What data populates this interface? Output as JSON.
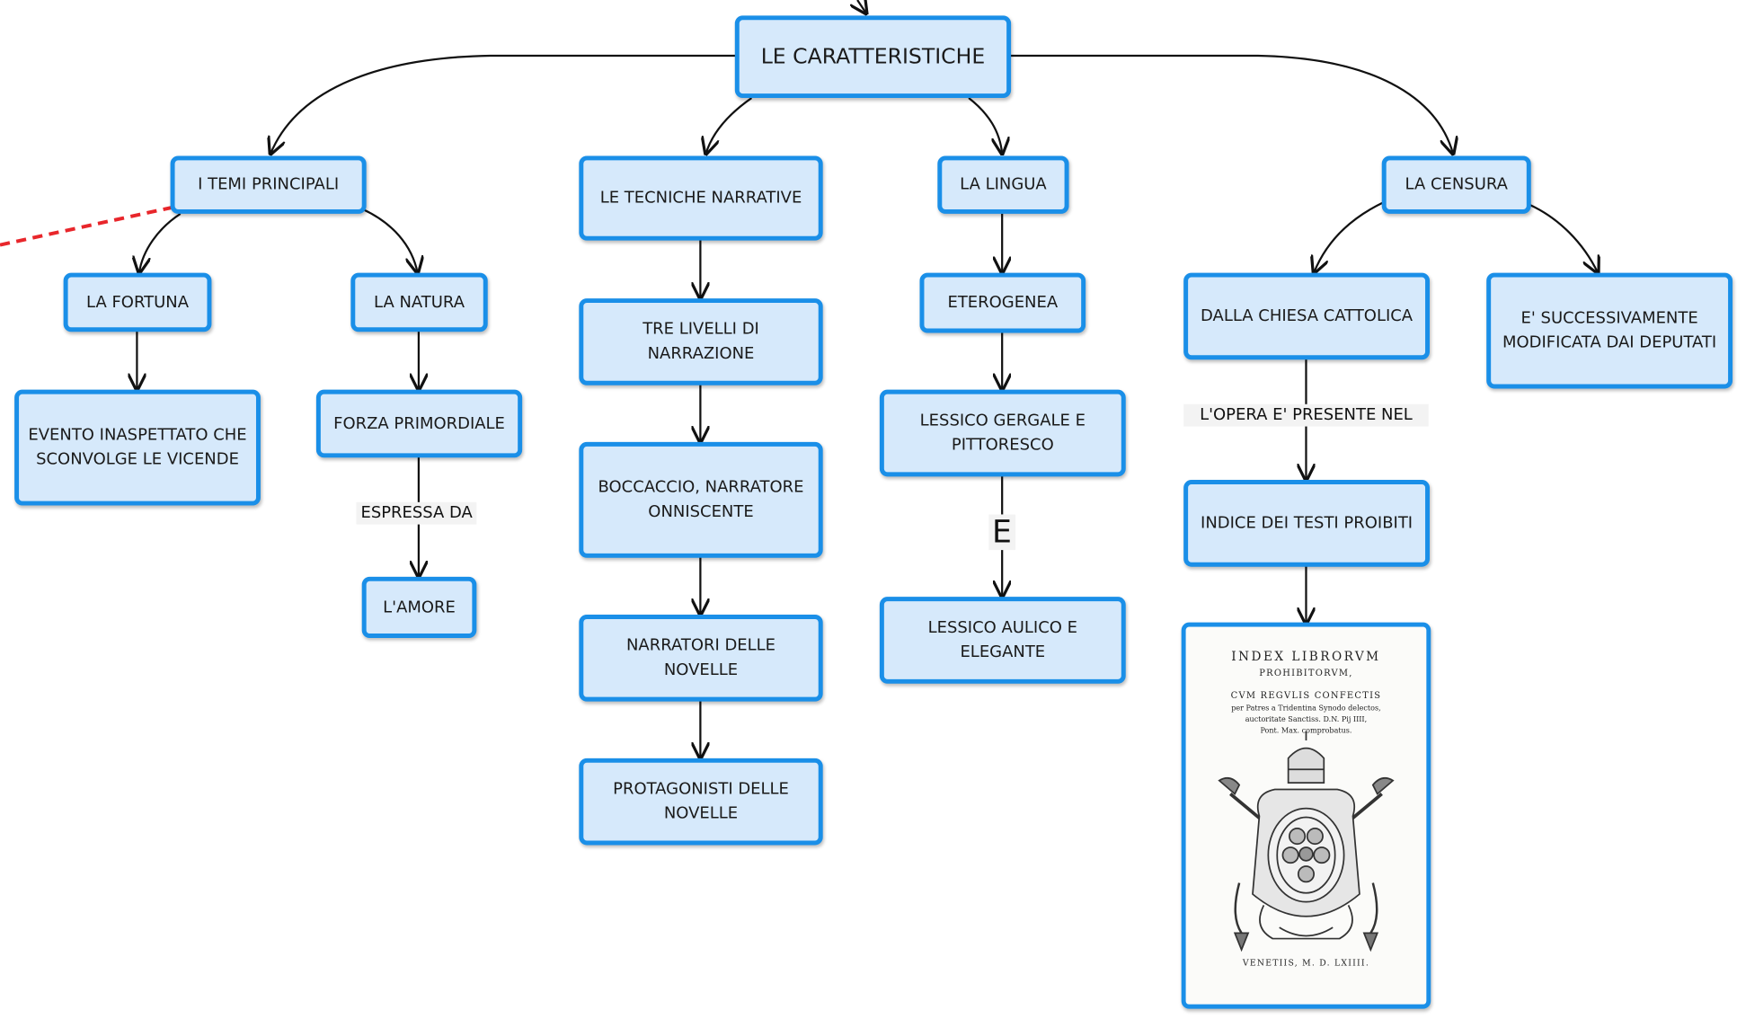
{
  "nodes": {
    "root": "LE CARATTERISTICHE",
    "temi": "I TEMI PRINCIPALI",
    "tecniche": "LE TECNICHE NARRATIVE",
    "lingua": "LA LINGUA",
    "censura": "LA CENSURA",
    "fortuna": "LA FORTUNA",
    "natura": "LA NATURA",
    "evento": "EVENTO INASPETTATO CHE SCONVOLGE LE VICENDE",
    "forza": "FORZA PRIMORDIALE",
    "amore": "L'AMORE",
    "tre_livelli": "TRE LIVELLI DI NARRAZIONE",
    "boccaccio": "BOCCACCIO, NARRATORE ONNISCENTE",
    "narratori": "NARRATORI DELLE NOVELLE",
    "protagonisti": "PROTAGONISTI DELLE NOVELLE",
    "eterogenea": "ETEROGENEA",
    "gergale": "LESSICO GERGALE E PITTORESCO",
    "aulico": "LESSICO AULICO E ELEGANTE",
    "chiesa": "DALLA CHIESA CATTOLICA",
    "deputati": "E' SUCCESSIVAMENTE MODIFICATA DAI DEPUTATI",
    "indice": "INDICE DEI TESTI PROIBITI"
  },
  "labels": {
    "espressa": "ESPRESSA DA",
    "e": "E",
    "opera": "L'OPERA E' PRESENTE NEL"
  },
  "book": {
    "line1": "INDEX LIBRORVM",
    "line2": "PROHIBITORVM,",
    "line3": "CVM REGVLIS CONFECTIS",
    "line4": "per Patres a Tridentina Synodo delectos,",
    "line5": "auctoritate Sanctiss. D.N. Pij IIII,",
    "line6": "Pont. Max. comprobatus.",
    "footer": "VENETIIS, M. D. LXIIII."
  },
  "colors": {
    "node_fill": "#d6e9fb",
    "node_border": "#1a8fe8",
    "edge": "#111111",
    "dashed_link": "#e8262b"
  }
}
